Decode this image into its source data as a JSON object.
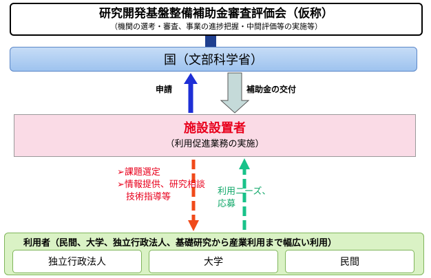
{
  "committee": {
    "title": "研究開発基盤整備補助金審査評価会（仮称）",
    "subtitle": "（機関の選考・審査、事業の進捗把握・中間評価等の実施等）"
  },
  "mext": {
    "title": "国（文部科学省）"
  },
  "arrows": {
    "apply_label": "申請",
    "subsidy_label": "補助金の交付"
  },
  "installer": {
    "title": "施設設置者",
    "subtitle": "（利用促進業務の実施）"
  },
  "services": {
    "items": [
      "課題選定",
      "情報提供、研究相談",
      "技術指導等"
    ]
  },
  "needs": {
    "lines": [
      "利用ニーズ、",
      "応募"
    ]
  },
  "users": {
    "title": "利用者（民間、大学、独立行政法人、基礎研究から産業利用まで幅広い利用）",
    "groups": [
      "独立行政法人",
      "大学",
      "民間"
    ]
  },
  "colors": {
    "installer_title": "#e8001c",
    "apply_arrow": "#1e2fd6",
    "subsidy_arrow": "#c5dad9",
    "service_arrow": "#f04a1a",
    "needs_arrow": "#19c28a"
  }
}
